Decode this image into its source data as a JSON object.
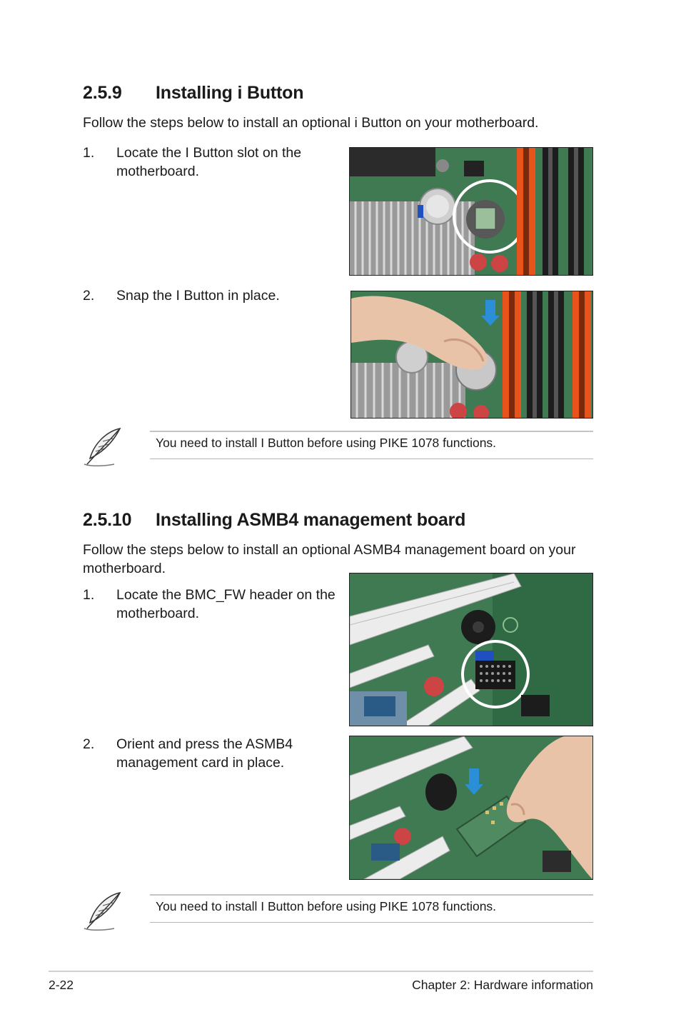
{
  "sections": [
    {
      "number": "2.5.9",
      "title": "Installing i Button",
      "intro": "Follow the steps below to install an optional i Button on your motherboard.",
      "steps": [
        {
          "num": "1.",
          "lines": [
            "Locate the I Button slot on the",
            "motherboard."
          ]
        },
        {
          "num": "2.",
          "lines": [
            "Snap the I Button in place."
          ]
        }
      ],
      "note": "You need to install I Button before using PIKE 1078 functions."
    },
    {
      "number": "2.5.10",
      "title": "Installing ASMB4 management board",
      "intro_lines": [
        "Follow the steps below to install an optional ASMB4 management board on your",
        "motherboard."
      ],
      "steps": [
        {
          "num": "1.",
          "lines": [
            "Locate the BMC_FW header on the",
            "motherboard."
          ]
        },
        {
          "num": "2.",
          "lines": [
            "Orient and press the ASMB4",
            "management card in place."
          ]
        }
      ],
      "note": "You need to install I Button before using PIKE 1078 functions."
    }
  ],
  "icons": {
    "note": "feather-pen-icon",
    "arrow": "blue-down-arrow-icon",
    "highlight": "white-circle-highlight"
  },
  "colors": {
    "pcb_green": "#3f7a52",
    "slot_orange": "#e8531c",
    "arrow_blue": "#2a8fd6",
    "rule_gray": "#c4c4c4"
  },
  "footer": {
    "page_number": "2-22",
    "chapter": "Chapter 2: Hardware information"
  }
}
